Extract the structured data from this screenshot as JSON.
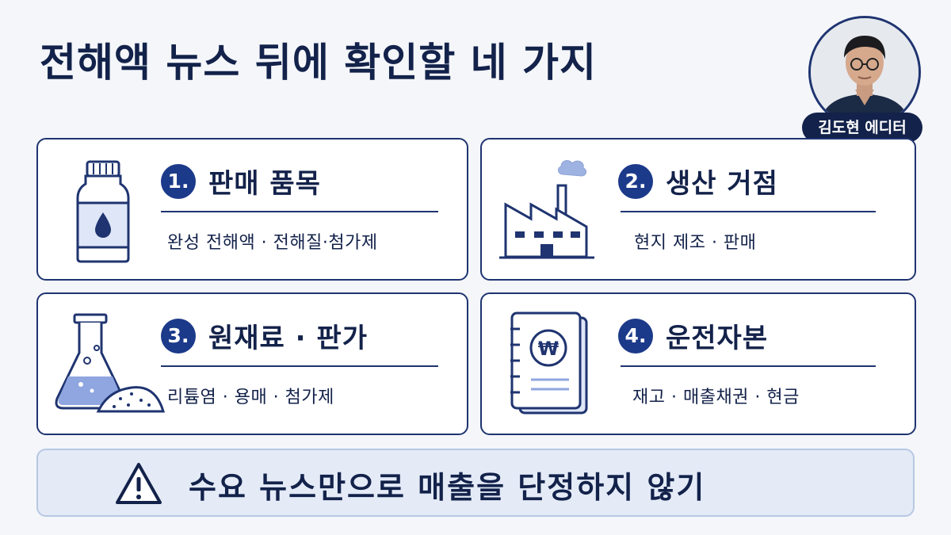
{
  "title": "전해액 뉴스 뒤에 확인할 네 가지",
  "editor": {
    "name": "김도현 에디터",
    "icon": "editor-portrait"
  },
  "cards": [
    {
      "number": "1.",
      "title": "판매 품목",
      "desc": "완성 전해액 · 전해질·첨가제",
      "icon": "bottle-icon"
    },
    {
      "number": "2.",
      "title": "생산 거점",
      "desc": "현지 제조 · 판매",
      "icon": "factory-icon"
    },
    {
      "number": "3.",
      "title": "원재료 · 판가",
      "desc": "리튬염 · 용매 · 첨가제",
      "icon": "flask-icon"
    },
    {
      "number": "4.",
      "title": "운전자본",
      "desc": "재고 · 매출채권 · 현금",
      "icon": "ledger-won-icon"
    }
  ],
  "warning": {
    "text": "수요 뉴스만으로 매출을 단정하지 않기",
    "icon": "warning-icon"
  },
  "colors": {
    "navy": "#13224a",
    "accent": "#1c3a8a",
    "icon_fill": "#8fa6e0",
    "warning_bg": "#e4ebf7"
  }
}
